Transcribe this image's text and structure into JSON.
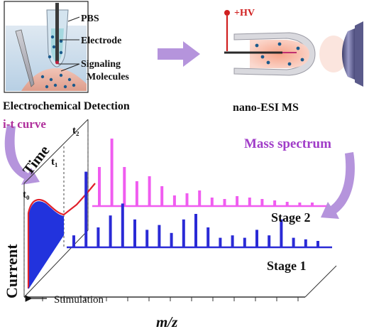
{
  "top_left_panel": {
    "labels": {
      "pbs": "PBS",
      "electrode": "Electrode",
      "signaling_line1": "Signaling",
      "signaling_line2": "Molecules"
    },
    "caption": "Electrochemical Detection"
  },
  "top_right_panel": {
    "hv_label": "+HV",
    "caption": "nano-ESI MS"
  },
  "annotations": {
    "it_curve": "i-t curve",
    "mass_spectrum": "Mass spectrum",
    "stimulation": "Stimulation"
  },
  "axes": {
    "y_label": "Current",
    "time_label": "Time",
    "x_label": "m/z",
    "time_ticks": [
      "t₀",
      "t₁",
      "t₂"
    ]
  },
  "stages": [
    {
      "label": "Stage 2",
      "color": "#f05cf0"
    },
    {
      "label": "Stage 1",
      "color": "#2a2ad6"
    }
  ],
  "colors": {
    "arrow_purple": "#a470d4",
    "mass_spectrum_text": "#a03cc8",
    "it_curve_text": "#b0309c",
    "curve_red": "#e0202a",
    "fill_blue": "#2233dd",
    "hv_red": "#d02020"
  },
  "chart_data": {
    "type": "bar",
    "series": [
      {
        "name": "Stage 2",
        "values": [
          0.55,
          0.95,
          0.55,
          0.35,
          0.42,
          0.28,
          0.15,
          0.18,
          0.22,
          0.12,
          0.1,
          0.14,
          0.12,
          0.1,
          0.08,
          0.06,
          0.05,
          0.05
        ]
      },
      {
        "name": "Stage 1",
        "values": [
          0.15,
          0.95,
          0.25,
          0.4,
          0.55,
          0.35,
          0.22,
          0.28,
          0.18,
          0.35,
          0.42,
          0.25,
          0.12,
          0.15,
          0.12,
          0.22,
          0.15,
          0.35,
          0.12,
          0.1,
          0.08
        ]
      }
    ]
  }
}
